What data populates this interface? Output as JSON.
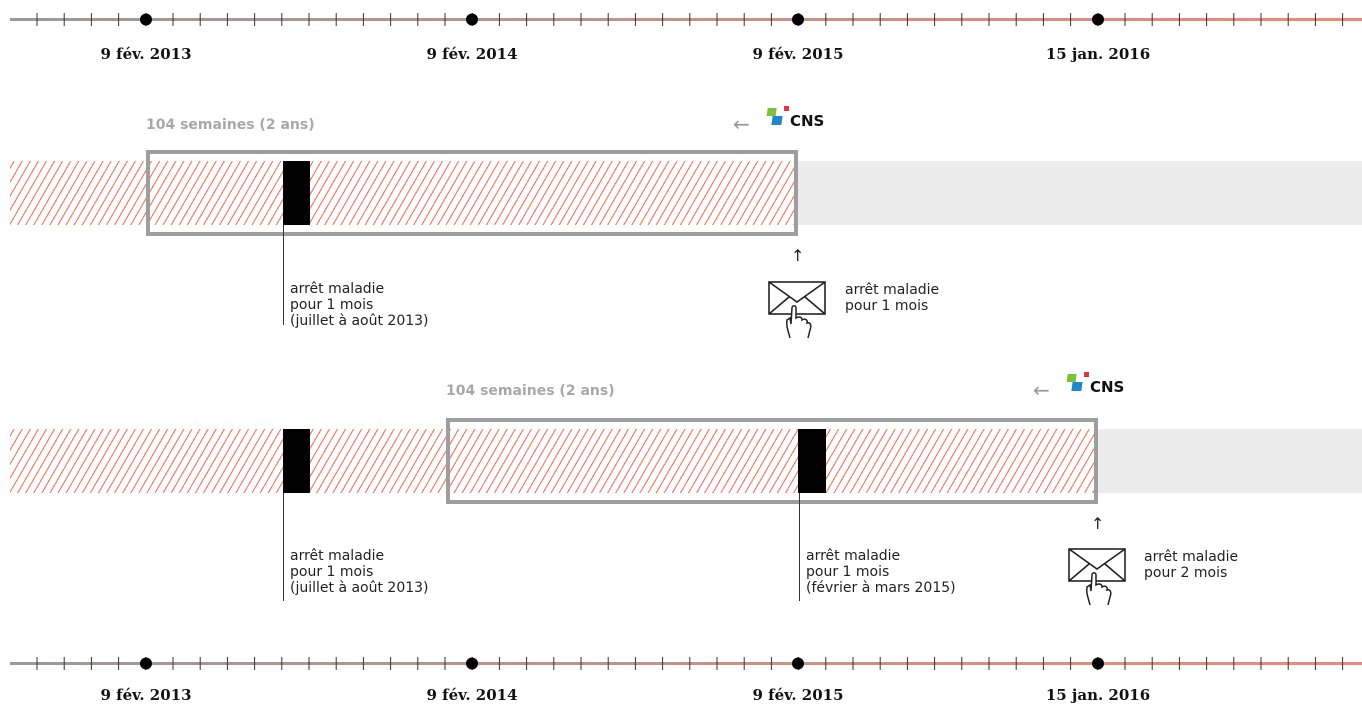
{
  "timeline": {
    "dates": [
      "9 fév. 2013",
      "9 fév. 2014",
      "9 fév. 2015",
      "15 jan. 2016"
    ]
  },
  "scenario1": {
    "period_label": "104 semaines (2 ans)",
    "cns_label": "CNS",
    "note_left": "arrêt maladie\npour 1 mois\n(juillet à août 2013)",
    "note_right": "arrêt maladie\npour 1 mois"
  },
  "scenario2": {
    "period_label": "104 semaines (2 ans)",
    "cns_label": "CNS",
    "note_left": "arrêt maladie\npour 1 mois\n(juillet à août 2013)",
    "note_middle": "arrêt maladie\npour 1 mois\n(février à mars 2015)",
    "note_right": "arrêt maladie\npour 2 mois"
  },
  "colors": {
    "timeline_start": "#9a9a9a",
    "timeline_end": "#f0887a",
    "hatch": "#ef7f6d",
    "frame": "#9e9e9e",
    "band": "#ececec"
  }
}
